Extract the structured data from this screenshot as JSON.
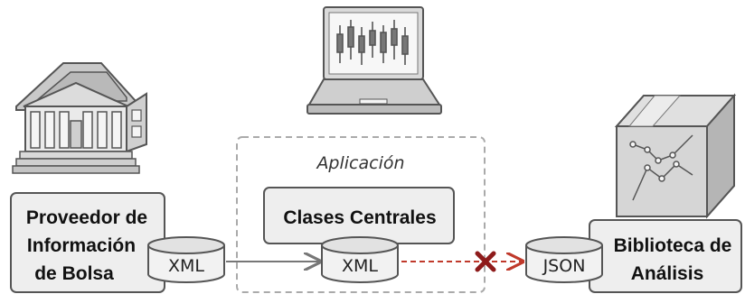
{
  "diagram": {
    "stock_provider": {
      "line1": "Proveedor de",
      "line2": "Información",
      "line3": "de Bolsa"
    },
    "provider_format": "XML",
    "application": {
      "title": "Aplicación",
      "core_classes": "Clases Centrales",
      "core_format": "XML"
    },
    "analytics_library": {
      "line1": "Biblioteca de",
      "line2": "Análisis",
      "format": "JSON"
    },
    "colors": {
      "incompatible": "#c0392b",
      "stroke": "#555555",
      "box_fill": "#eeeeee"
    },
    "icons": [
      "building-icon",
      "laptop-icon",
      "box-icon"
    ]
  }
}
